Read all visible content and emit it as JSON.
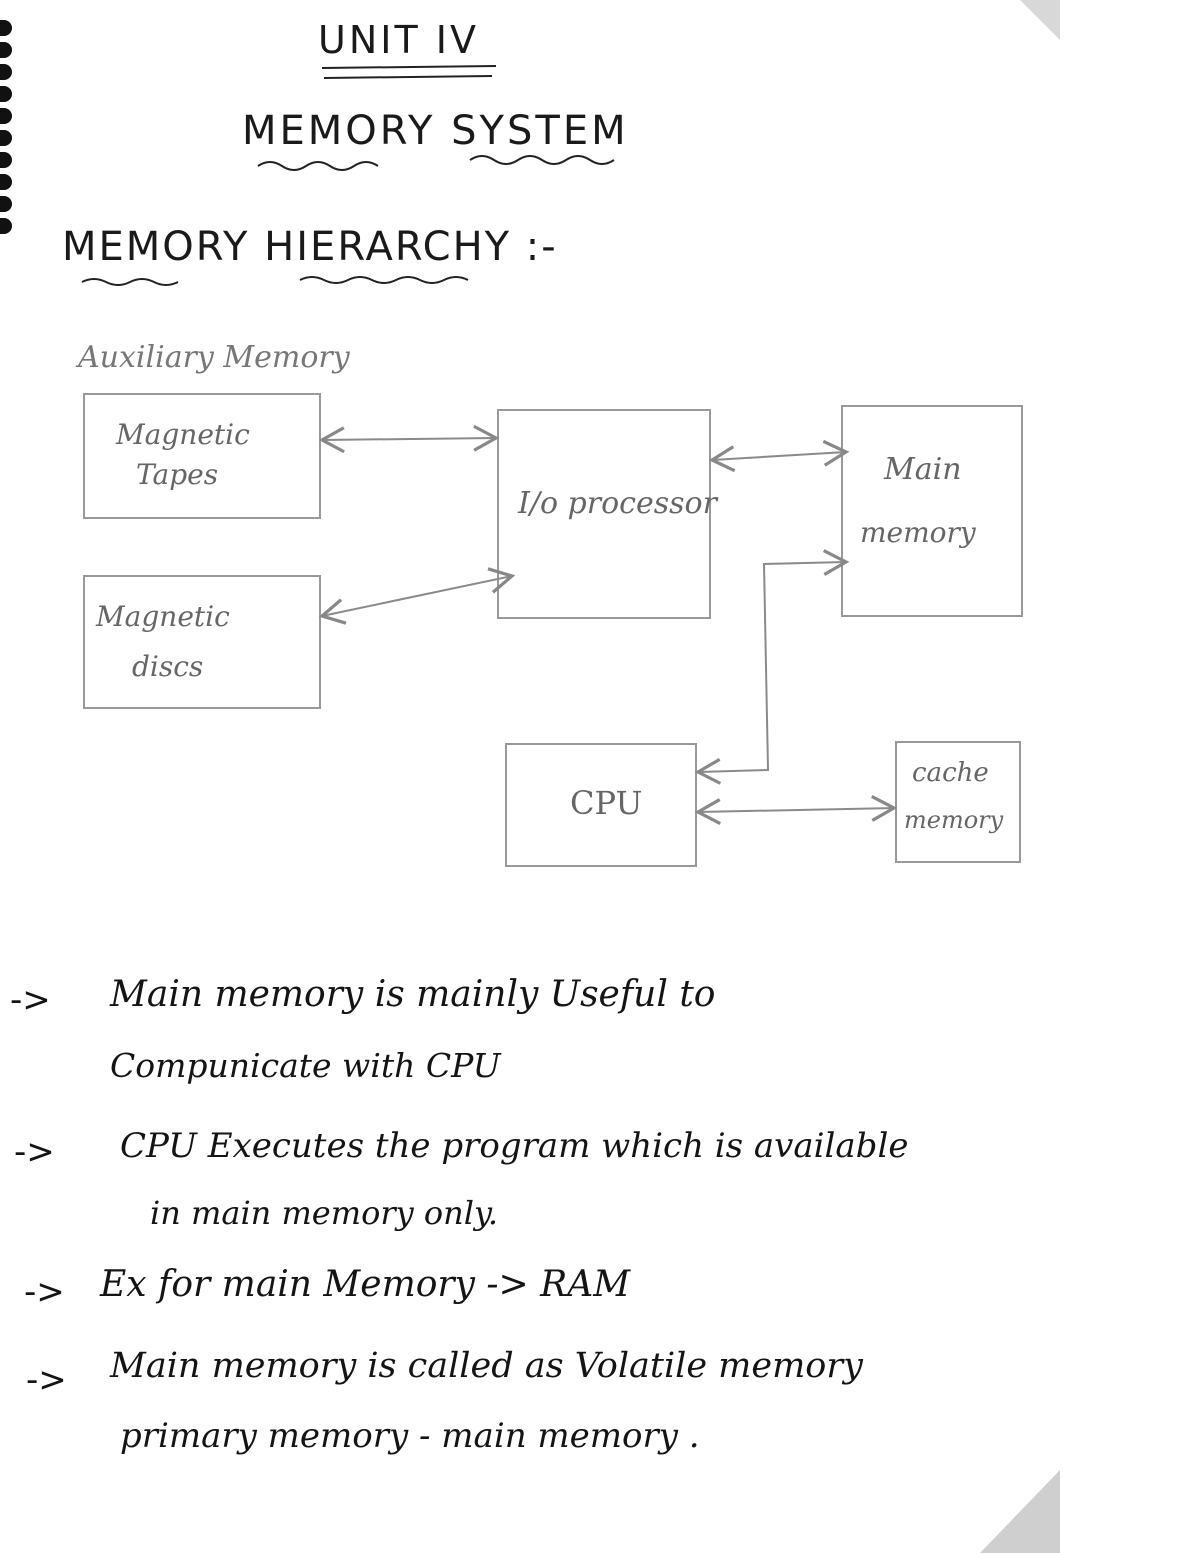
{
  "header": {
    "unit": "UNIT IV",
    "title": "MEMORY SYSTEM",
    "section": "MEMORY HIERARCHY :-"
  },
  "diagram": {
    "group_label": "Auxiliary Memory",
    "tapes_line1": "Magnetic",
    "tapes_line2": "Tapes",
    "discs_line1": "Magnetic",
    "discs_line2": "discs",
    "io": "I/o processor",
    "main_line1": "Main",
    "main_line2": "memory",
    "cpu": "CPU",
    "cache_line1": "cache",
    "cache_line2": "memory"
  },
  "notes": [
    {
      "arrow": "->",
      "line1": "Main memory is mainly Useful to",
      "line2": "Compunicate with CPU"
    },
    {
      "arrow": "->",
      "line1": "CPU Executes the program which is available",
      "line2": "in main memory only."
    },
    {
      "arrow": "->",
      "line1": "Ex for main Memory -> RAM"
    },
    {
      "arrow": "->",
      "line1": "Main memory is called as Volatile memory",
      "line2": "primary memory - main memory ."
    }
  ]
}
